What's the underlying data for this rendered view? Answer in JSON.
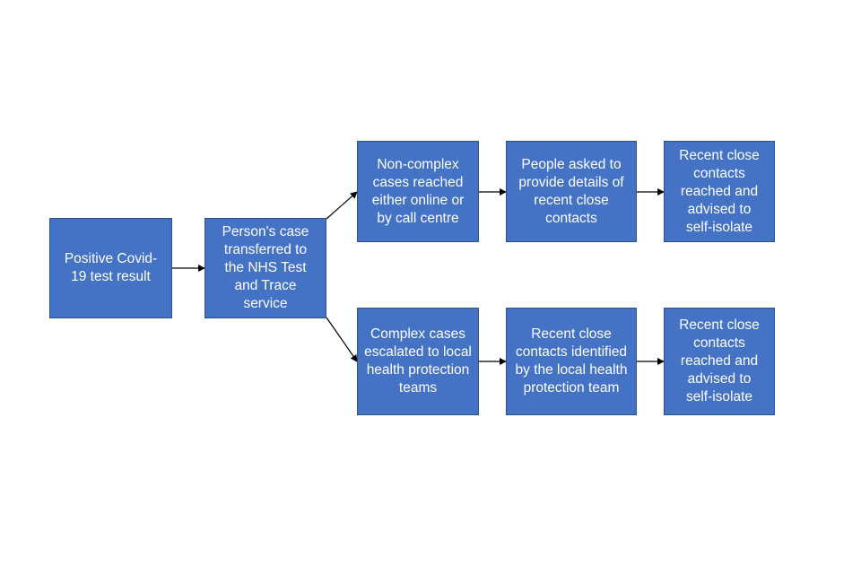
{
  "diagram": {
    "colors": {
      "box_fill": "#4472c4",
      "box_border": "#2f528f",
      "text": "#ffffff",
      "arrow": "#000000"
    },
    "nodes": {
      "positive_result": "Positive Covid-19 test result",
      "case_transferred": "Person's case transferred to the NHS Test and Trace service",
      "non_complex": "Non-complex cases reached either online or by call centre",
      "asked_details": "People asked to provide details of recent close contacts",
      "contacts_advised_top": "Recent close contacts reached and advised to self-isolate",
      "complex_escalated": "Complex cases escalated to local health protection teams",
      "contacts_identified": "Recent close contacts identified by the local health protection team",
      "contacts_advised_bottom": "Recent close contacts reached and advised to self-isolate"
    },
    "edges": [
      [
        "positive_result",
        "case_transferred"
      ],
      [
        "case_transferred",
        "non_complex"
      ],
      [
        "case_transferred",
        "complex_escalated"
      ],
      [
        "non_complex",
        "asked_details"
      ],
      [
        "asked_details",
        "contacts_advised_top"
      ],
      [
        "complex_escalated",
        "contacts_identified"
      ],
      [
        "contacts_identified",
        "contacts_advised_bottom"
      ]
    ]
  }
}
